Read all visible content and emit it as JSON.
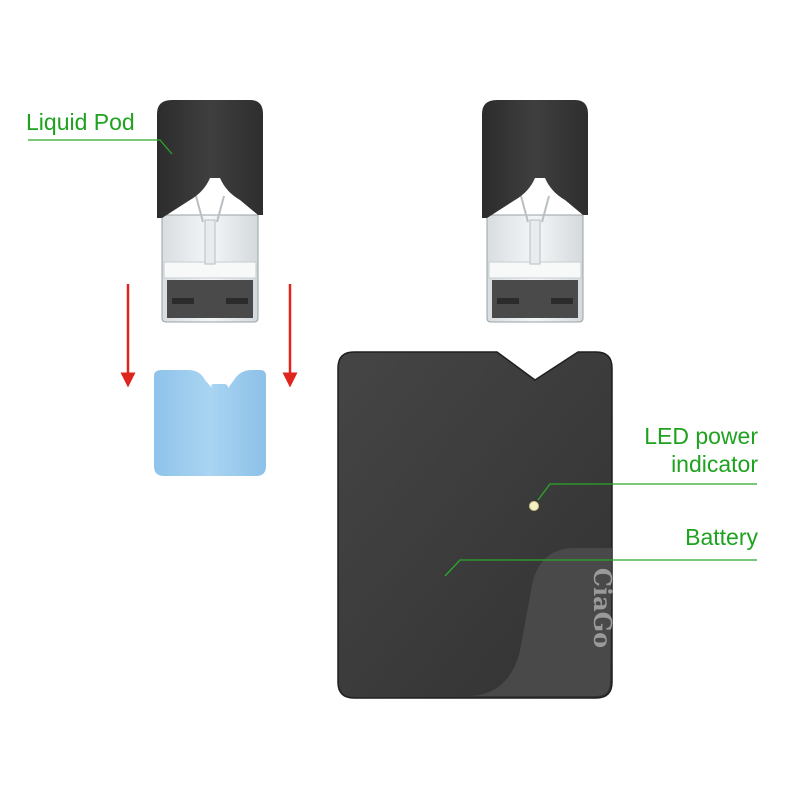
{
  "labels": {
    "liquid_pod": "Liquid Pod",
    "led_line1": "LED power",
    "led_line2": "indicator",
    "battery": "Battery"
  },
  "brand_logo": "CiaGo",
  "colors": {
    "label_green": "#1fa21f",
    "arrow_red": "#e0251f",
    "pod_body": "#3a3a3a",
    "cap_blue": "#9fcdef",
    "battery_body": "#3b3b3b",
    "led": "#f5f1c4"
  }
}
